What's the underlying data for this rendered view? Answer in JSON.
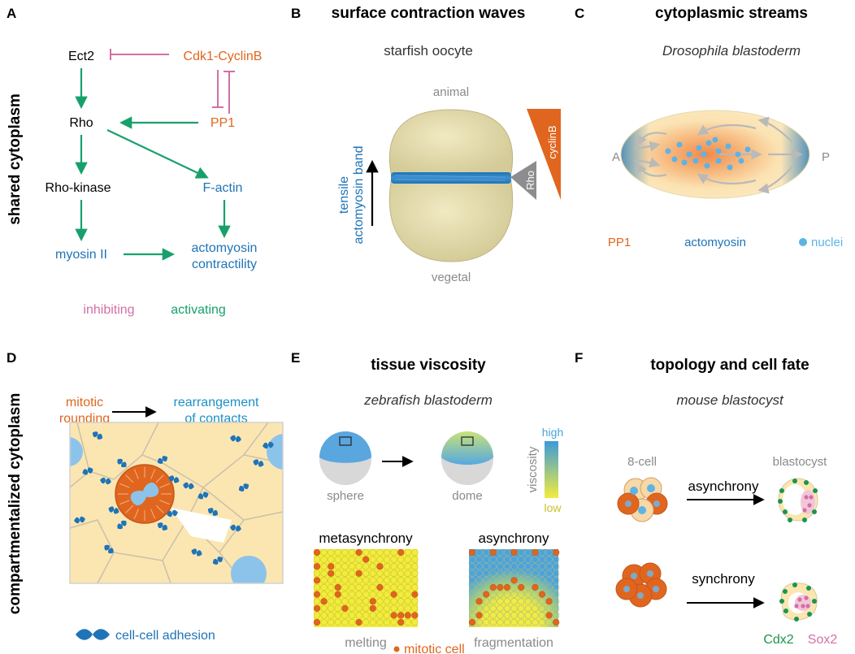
{
  "colors": {
    "inhibit": "#d36fa6",
    "activate": "#18a06b",
    "orange": "#e0661f",
    "blue": "#1e74b8",
    "gray": "#8a8a8a",
    "cream": "#fbe6b2",
    "lightblue": "#5db3e6",
    "yellow": "#f2ec3e",
    "green": "#1a9550"
  },
  "panelA": {
    "letter": "A",
    "side_label": "shared cytoplasm",
    "nodes": {
      "ect2": "Ect2",
      "cdk1": "Cdk1-CyclinB",
      "rho": "Rho",
      "pp1": "PP1",
      "rhokinase": "Rho-kinase",
      "factin": "F-actin",
      "myosin": "myosin II",
      "actomyosin1": "actomyosin",
      "actomyosin2": "contractility"
    },
    "legend": {
      "inhibiting": "inhibiting",
      "activating": "activating"
    }
  },
  "panelB": {
    "letter": "B",
    "title": "surface contraction waves",
    "subtitle": "starfish oocyte",
    "animal": "animal",
    "vegetal": "vegetal",
    "band1": "tensile",
    "band2": "actomyosin band",
    "rho": "Rho",
    "cyclin": "cyclinB"
  },
  "panelC": {
    "letter": "C",
    "title": "cytoplasmic streams",
    "subtitle": "Drosophila blastoderm",
    "a": "A",
    "p": "P",
    "legend": {
      "pp1": "PP1",
      "actomyosin": "actomyosin",
      "nuclei": "nuclei"
    }
  },
  "panelD": {
    "letter": "D",
    "side_label": "compartmentalized cytoplasm",
    "mitotic1": "mitotic",
    "mitotic2": "rounding",
    "rearr1": "rearrangement",
    "rearr2": "of contacts",
    "legend_adhesion": "cell-cell adhesion"
  },
  "panelE": {
    "letter": "E",
    "title": "tissue viscosity",
    "subtitle": "zebrafish blastoderm",
    "sphere": "sphere",
    "dome": "dome",
    "viscosity": "viscosity",
    "high": "high",
    "low": "low",
    "metasynchrony": "metasynchrony",
    "asynchrony": "asynchrony",
    "melting": "melting",
    "fragmentation": "fragmentation",
    "mitotic_cell": "mitotic cell"
  },
  "panelF": {
    "letter": "F",
    "title": "topology and cell fate",
    "subtitle": "mouse blastocyst",
    "eightcell": "8-cell",
    "blastocyst": "blastocyst",
    "asynchrony": "asynchrony",
    "synchrony": "synchrony",
    "cdx2": "Cdx2",
    "sox2": "Sox2"
  }
}
